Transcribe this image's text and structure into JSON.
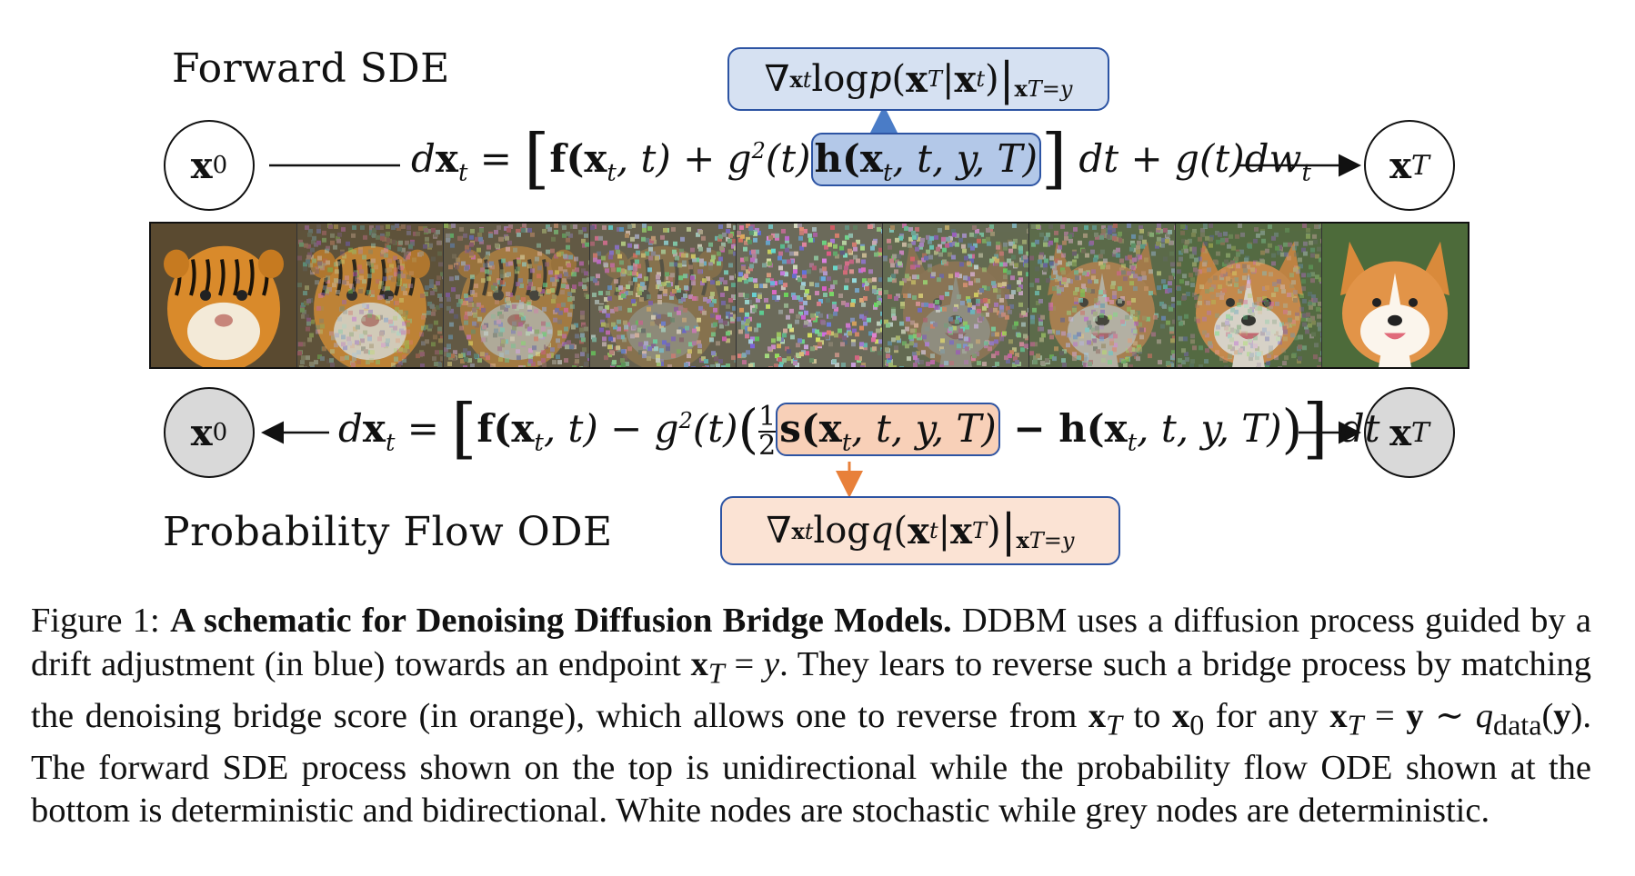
{
  "labels": {
    "forward": "Forward SDE",
    "reverse": "Probability Flow ODE"
  },
  "nodes": {
    "x0": "x",
    "x0_sub": "0",
    "xT": "x",
    "xT_sub": "T"
  },
  "equations": {
    "forward": {
      "lhs": "dx",
      "drift_open": "f(x",
      "drift_mid": ", t) + g",
      "sq": "2",
      "g_close": "(t)",
      "h_term": "h(x",
      "h_args": ", t, y, T)",
      "tail": " dt + g(t)dw"
    },
    "reverse": {
      "lhs": "dx",
      "drift_open": "f(x",
      "drift_mid": ", t) − g",
      "sq": "2",
      "g_close": "(t)",
      "half_num": "1",
      "half_den": "2",
      "s_term": "s(x",
      "s_args": ", t, y, T)",
      "minus_h": " − h(x",
      "h_args": ", t, y, T)",
      "tail": " dt"
    }
  },
  "boxes": {
    "blue": "∇x log p(x | x)|",
    "blue_parts": {
      "nabla": "∇",
      "log": " log ",
      "p": "p",
      "open": "(",
      "xT": "x",
      "T": "T",
      "bar": " | ",
      "xt": "x",
      "t": "t",
      "close": ")",
      "eval": "x",
      "evalT": "T",
      "evaly": "=y"
    },
    "orange_parts": {
      "nabla": "∇",
      "log": " log ",
      "q": "q",
      "open": "(",
      "xt": "x",
      "t": "t",
      "bar": " | ",
      "xT": "x",
      "T": "T",
      "close": ")",
      "eval": "x",
      "evalT": "T",
      "evaly": "=y"
    }
  },
  "colors": {
    "blue_fill": "#b3c8e8",
    "orange_fill": "#f8d0b8",
    "blue_arrow": "#4a7cc7",
    "orange_arrow": "#e8803a",
    "grey_node": "#d9d9d9"
  },
  "strip": {
    "frames": [
      "tiger",
      "noisy-tiger-1",
      "noisy-tiger-2",
      "noisy-tiger-3",
      "noise",
      "noisy-corgi-3",
      "noisy-corgi-2",
      "noisy-corgi-1",
      "corgi"
    ]
  },
  "caption": {
    "prefix": "Figure 1: ",
    "title": "A schematic for Denoising Diffusion Bridge Models.",
    "s1": " DDBM uses a diffusion process guided by a drift adjustment (in blue) towards an endpoint ",
    "s2": " = ",
    "s3": ". They lears to reverse such a bridge process by matching the denoising bridge score (in orange), which allows one to reverse from ",
    "s4": " to ",
    "s5": " for any ",
    "s6": " = ",
    "s7": " ∼ ",
    "s8": ". The forward SDE process shown on the top is unidirectional while the probability flow ODE shown at the bottom is deterministic and bidirectional. White nodes are stochastic while grey nodes are deterministic."
  }
}
